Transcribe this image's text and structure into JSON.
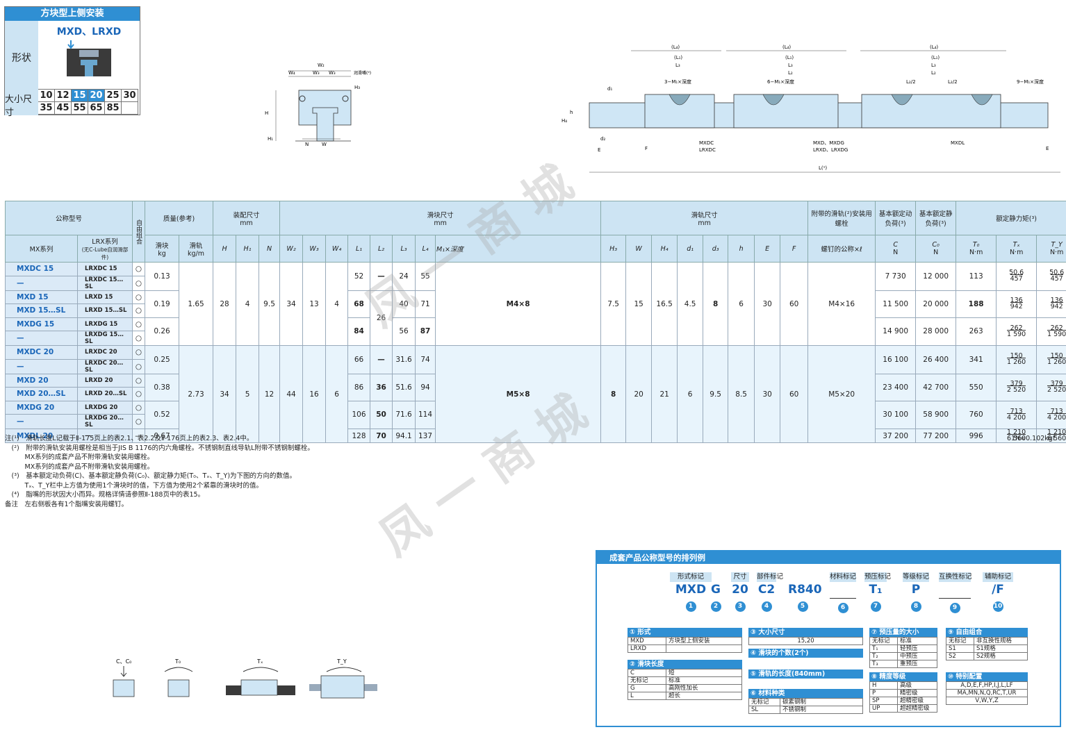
{
  "header": {
    "title": "方块型上侧安装",
    "models": "MXD、LRXD"
  },
  "shape_label": "形状",
  "size_label": "大小尺寸",
  "sizes_row1": [
    "10",
    "12",
    "15",
    "20",
    "25",
    "30"
  ],
  "sizes_row2": [
    "35",
    "45",
    "55",
    "65",
    "85"
  ],
  "sizes_highlight": [
    "15",
    "20"
  ],
  "drawing_labels": {
    "cross": {
      "W2": "W₂",
      "W3": "W₃",
      "W4": "W₄",
      "W": "W",
      "N": "N",
      "H": "H",
      "H1": "H₁",
      "H3": "H₃",
      "grease": "润滑嘴(⁴)"
    },
    "side": {
      "L4": "(L₄)",
      "L1": "(L₁)",
      "L3": "L₃",
      "L2": "L₂",
      "L2half": "L₂/2",
      "m3": "3−M₁×深度",
      "m6": "6−M₁×深度",
      "m9": "9−M₁×深度",
      "d1": "d₁",
      "d2": "d₂",
      "h": "h",
      "H4": "H₄",
      "E": "E",
      "F": "F",
      "L": "L(¹)",
      "mxdc": "MXDC",
      "lrxdc": "LRXDC",
      "mxd": "MXD、MXDG",
      "lrxd": "LRXD、LRXDG",
      "mxdl": "MXDL"
    }
  },
  "table": {
    "headers": {
      "nominal": "公称型号",
      "free": "自由组合",
      "mx": "MX系列",
      "lrx": "LRX系列",
      "lrx_sub": "(无C-Lube自润滑部件)",
      "mass": "质量(参考)",
      "slider": "滑块",
      "kg": "kg",
      "rail": "滑轨",
      "kgm": "kg/m",
      "assembly": "装配尺寸",
      "mm": "mm",
      "slider_dims": "滑块尺寸",
      "rail_dims": "滑轨尺寸",
      "bolt": "附带的滑轨(²)安装用螺栓",
      "bolt_sub": "螺钉的公称×ℓ",
      "dyn": "基本额定动负荷(³)",
      "stat": "基本额定静负荷(³)",
      "moment": "额定静力矩(³)",
      "H": "H",
      "H1": "H₁",
      "N": "N",
      "W2": "W₂",
      "W3": "W₃",
      "W4": "W₄",
      "L1": "L₁",
      "L2": "L₂",
      "L3": "L₃",
      "L4": "L₄",
      "M1": "M₁×深度",
      "H3": "H₃",
      "W": "W",
      "H4": "H₄",
      "d1": "d₁",
      "d3": "d₃",
      "h": "h",
      "E": "E",
      "F": "F",
      "C": "C",
      "C0": "C₀",
      "Nu": "N",
      "T0": "T₀",
      "TX": "Tₓ",
      "TY": "T_Y",
      "Nm": "N·m"
    },
    "rows": [
      {
        "mx": "MXDC 15",
        "lrx": "LRXDC 15",
        "free": "○",
        "mass": "0.13",
        "L1": "52",
        "L2": "—",
        "L3": "24",
        "L4": "55",
        "C": "7 730",
        "C0": "12 000",
        "T0": "113",
        "TX": [
          "50.6",
          "457"
        ],
        "TY": [
          "50.6",
          "457"
        ]
      },
      {
        "mx": "—",
        "lrx": "LRXDC 15…SL",
        "free": "○"
      },
      {
        "mx": "MXD 15",
        "lrx": "LRXD 15",
        "free": "○",
        "mass": "0.19",
        "L1": "68",
        "L3": "40",
        "L4": "71",
        "C": "11 500",
        "C0": "20 000",
        "T0": "188",
        "TX": [
          "136",
          "942"
        ],
        "TY": [
          "136",
          "942"
        ]
      },
      {
        "mx": "MXD 15…SL",
        "lrx": "LRXD 15…SL",
        "free": "○"
      },
      {
        "mx": "MXDG 15",
        "lrx": "LRXDG 15",
        "free": "○",
        "mass": "0.26",
        "L1": "84",
        "L3": "56",
        "L4": "87",
        "C": "14 900",
        "C0": "28 000",
        "T0": "263",
        "TX": [
          "262",
          "1 590"
        ],
        "TY": [
          "262",
          "1 590"
        ]
      },
      {
        "mx": "—",
        "lrx": "LRXDG 15…SL",
        "free": "○"
      },
      {
        "mx": "MXDC 20",
        "lrx": "LRXDC 20",
        "free": "○",
        "mass": "0.25",
        "L1": "66",
        "L2": "—",
        "L3": "31.6",
        "L4": "74",
        "C": "16 100",
        "C0": "26 400",
        "T0": "341",
        "TX": [
          "150",
          "1 260"
        ],
        "TY": [
          "150",
          "1 260"
        ]
      },
      {
        "mx": "—",
        "lrx": "LRXDC 20…SL",
        "free": "○"
      },
      {
        "mx": "MXD 20",
        "lrx": "LRXD 20",
        "free": "○",
        "mass": "0.38",
        "L1": "86",
        "L2": "36",
        "L3": "51.6",
        "L4": "94",
        "C": "23 400",
        "C0": "42 700",
        "T0": "550",
        "TX": [
          "379",
          "2 520"
        ],
        "TY": [
          "379",
          "2 520"
        ]
      },
      {
        "mx": "MXD 20…SL",
        "lrx": "LRXD 20…SL",
        "free": "○"
      },
      {
        "mx": "MXDG 20",
        "lrx": "LRXDG 20",
        "free": "○",
        "mass": "0.52",
        "L1": "106",
        "L2": "50",
        "L3": "71.6",
        "L4": "114",
        "C": "30 100",
        "C0": "58 900",
        "T0": "760",
        "TX": [
          "713",
          "4 200"
        ],
        "TY": [
          "713",
          "4 200"
        ]
      },
      {
        "mx": "—",
        "lrx": "LRXDG 20…SL",
        "free": "○"
      },
      {
        "mx": "MXDL 20",
        "lrx": "—",
        "free": "—",
        "mass": "0.67",
        "L1": "128",
        "L2": "70",
        "L3": "94.1",
        "L4": "137",
        "C": "37 200",
        "C0": "77 200",
        "T0": "996",
        "TX": [
          "1 210",
          "6 560"
        ],
        "TY": [
          "1 210",
          "6 560"
        ]
      }
    ],
    "group15": {
      "rail_kgm": "1.65",
      "H": "28",
      "H1": "4",
      "N": "9.5",
      "W2": "34",
      "W3": "13",
      "W4": "4",
      "L2_shared": "26",
      "M1": "M4×8",
      "H3": "7.5",
      "W": "15",
      "H4": "16.5",
      "d1": "4.5",
      "d3": "8",
      "h": "6",
      "E": "30",
      "F": "60",
      "bolt": "M4×16"
    },
    "group20": {
      "rail_kgm": "2.73",
      "H": "34",
      "H1": "5",
      "N": "12",
      "W2": "44",
      "W3": "16",
      "W4": "6",
      "M1": "M5×8",
      "H3": "8",
      "W": "20",
      "H4": "21",
      "d1": "6",
      "d3": "9.5",
      "h": "8.5",
      "E": "30",
      "F": "60",
      "bolt": "M5×20"
    }
  },
  "notes": [
    "注(¹)　滑轨长度L记载于Ⅱ-175页上的表2.1、表2.2及Ⅱ-176页上的表2.3、表2.4中。",
    "　(²)　附带的滑轨安装用螺栓是相当于JIS B 1176的内六角螺栓。不锈钢制直线导轨L附带不锈钢制螺栓。",
    "　　　MX系列的成套产品不附带滑轨安装用螺栓。",
    "　　　MX系列的成套产品不附带滑轨安装用螺栓。",
    "　(³)　基本额定动负荷(C)、基本额定静负荷(C₀)、额定静力矩(T₀、Tₓ、T_Y)为下图的方向的数值。",
    "　　　Tₓ、T_Y栏中上方值为使用1个滑块时的值，下方值为使用2个紧靠的滑块时的值。",
    "　(⁴)　脂嘴的形状因大小而异。规格详情请参照Ⅱ-188页中的表15。",
    "备注　左右侧板各有1个脂嘴安装用螺钉。"
  ],
  "unit_note": "1N=0.102kgf",
  "load_labels": {
    "c": "C、C₀",
    "t0": "T₀",
    "tx": "Tₓ",
    "ty": "T_Y"
  },
  "model_example": {
    "title": "成套产品公称型号的排列例",
    "columns": [
      {
        "cap": "形式标记",
        "val": "MXD",
        "num": "1"
      },
      {
        "cap": "",
        "val": "G",
        "num": "2"
      },
      {
        "cap": "尺寸",
        "val": "20",
        "num": "3"
      },
      {
        "cap": "部件标记",
        "val": "C2",
        "num": "4"
      },
      {
        "cap": "",
        "val": "R840",
        "num": "5"
      },
      {
        "cap": "材料标记",
        "val": "",
        "num": "6"
      },
      {
        "cap": "预压标记",
        "val": "T₁",
        "num": "7"
      },
      {
        "cap": "等级标记",
        "val": "P",
        "num": "8"
      },
      {
        "cap": "互换性标记",
        "val": "",
        "num": "9"
      },
      {
        "cap": "辅助标记",
        "val": "/F",
        "num": "10"
      }
    ],
    "legend": {
      "form": {
        "title": "① 形式",
        "rows": [
          [
            "MXD",
            "方块型上侧安装"
          ],
          [
            "LRXD",
            ""
          ]
        ]
      },
      "slider_len": {
        "title": "② 滑块长度",
        "rows": [
          [
            "C",
            "短"
          ],
          [
            "无标记",
            "标准"
          ],
          [
            "G",
            "高刚性加长"
          ],
          [
            "L",
            "超长"
          ]
        ]
      },
      "size": {
        "title": "③ 大小尺寸",
        "rows": [
          [
            "15,20"
          ]
        ]
      },
      "count": {
        "title": "④ 滑块的个数(2个)"
      },
      "rail_len": {
        "title": "⑤ 滑轨的长度(840mm)"
      },
      "material": {
        "title": "⑥ 材料种类",
        "rows": [
          [
            "无标记",
            "碳素钢制"
          ],
          [
            "SL",
            "不锈钢制"
          ]
        ]
      },
      "preload": {
        "title": "⑦ 预压量的大小",
        "rows": [
          [
            "无标记",
            "标准"
          ],
          [
            "T₁",
            "轻预压"
          ],
          [
            "T₂",
            "中预压"
          ],
          [
            "T₃",
            "重预压"
          ]
        ]
      },
      "grade": {
        "title": "⑧ 精度等级",
        "rows": [
          [
            "H",
            "高级"
          ],
          [
            "P",
            "精密级"
          ],
          [
            "SP",
            "超精密级"
          ],
          [
            "UP",
            "超超精密级"
          ]
        ]
      },
      "combo": {
        "title": "⑨ 自由组合",
        "rows": [
          [
            "无标记",
            "非互换性规格"
          ],
          [
            "S1",
            "S1规格"
          ],
          [
            "S2",
            "S2规格"
          ]
        ]
      },
      "special": {
        "title": "⑩ 特别配置",
        "rows": [
          [
            "A,D,E,F,HP,I,J,L,LF"
          ],
          [
            "MA,MN,N,Q,RC,T,UR"
          ],
          [
            "V,W,Y,Z"
          ]
        ]
      }
    }
  },
  "colors": {
    "accent": "#2f8fd3",
    "light": "#cde4f3",
    "pale": "#e8f4fc",
    "model_blue": "#1a66b8"
  }
}
